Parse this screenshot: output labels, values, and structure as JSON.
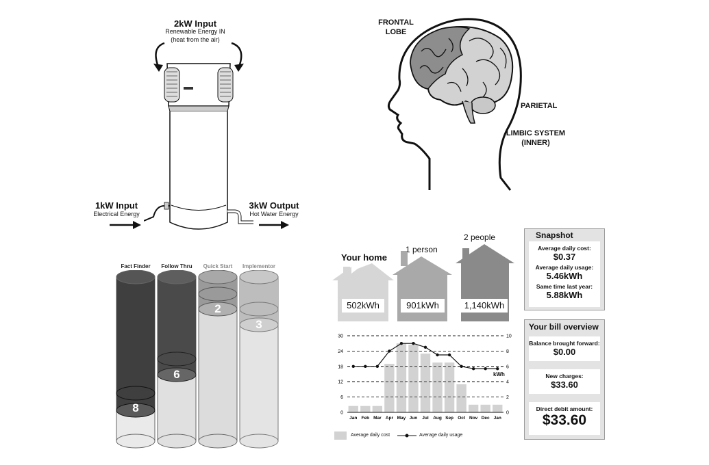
{
  "heat_pump": {
    "top_title": "2kW Input",
    "top_sub1": "Renewable Energy IN",
    "top_sub2": "(heat from the air)",
    "left_title": "1kW Input",
    "left_sub": "Electrical Energy",
    "right_title": "3kW Output",
    "right_sub": "Hot Water Energy"
  },
  "brain": {
    "frontal_1": "FRONTAL",
    "frontal_2": "LOBE",
    "parietal": "PARIETAL",
    "limbic_1": "LIMBIC SYSTEM",
    "limbic_2": "(INNER)"
  },
  "cylinders": {
    "items": [
      {
        "label": "Fact Finder",
        "value": "8",
        "color": "#3f3f3f"
      },
      {
        "label": "Follow Thru",
        "value": "6",
        "color": "#4a4a4a"
      },
      {
        "label": "Quick Start",
        "value": "2",
        "color": "#9a9a9a"
      },
      {
        "label": "Implementor",
        "value": "3",
        "color": "#bdbdbd"
      }
    ]
  },
  "energy": {
    "houses": [
      {
        "label": "Your home",
        "kwh": "502kWh",
        "color": "#d6d6d6"
      },
      {
        "label": "1 person",
        "kwh": "901kWh",
        "color": "#a9a9a9"
      },
      {
        "label": "2 people",
        "kwh": "1,140kWh",
        "color": "#8a8a8a"
      }
    ],
    "unit_label": "kWh",
    "legend_cost": "Average daily cost",
    "legend_usage": "Average daily usage"
  },
  "chart_data": {
    "type": "bar",
    "categories": [
      "Jan",
      "Feb",
      "Mar",
      "Apr",
      "May",
      "Jun",
      "Jul",
      "Aug",
      "Sep",
      "Oct",
      "Nov",
      "Dec",
      "Jan"
    ],
    "series": [
      {
        "name": "Average daily cost",
        "values": [
          2.5,
          2.5,
          2.5,
          19,
          27,
          26.5,
          23,
          19.5,
          19.5,
          11,
          3,
          3,
          3
        ]
      },
      {
        "name": "Average daily usage",
        "values": [
          6,
          6,
          6,
          8,
          9,
          9,
          8.5,
          7.5,
          7.5,
          6,
          5.7,
          5.7,
          5.7
        ]
      }
    ],
    "y_left_ticks": [
      "0",
      "6",
      "12",
      "18",
      "24",
      "30"
    ],
    "y_right_ticks": [
      "0",
      "2",
      "4",
      "6",
      "8",
      "10"
    ],
    "ylim_left": [
      0,
      30
    ],
    "ylim_right": [
      0,
      10
    ]
  },
  "snapshot": {
    "title": "Snapshot",
    "cost_label": "Average daily cost:",
    "cost_value": "$0.37",
    "usage_label": "Average daily usage:",
    "usage_value": "5.46kWh",
    "last_year_label": "Same time last year:",
    "last_year_value": "5.88kWh"
  },
  "bill": {
    "title": "Your bill overview",
    "balance_label": "Balance brought forward:",
    "balance_value": "$0.00",
    "charges_label": "New charges:",
    "charges_value": "$33.60",
    "debit_label": "Direct debit amount:",
    "debit_value": "$33.60"
  }
}
